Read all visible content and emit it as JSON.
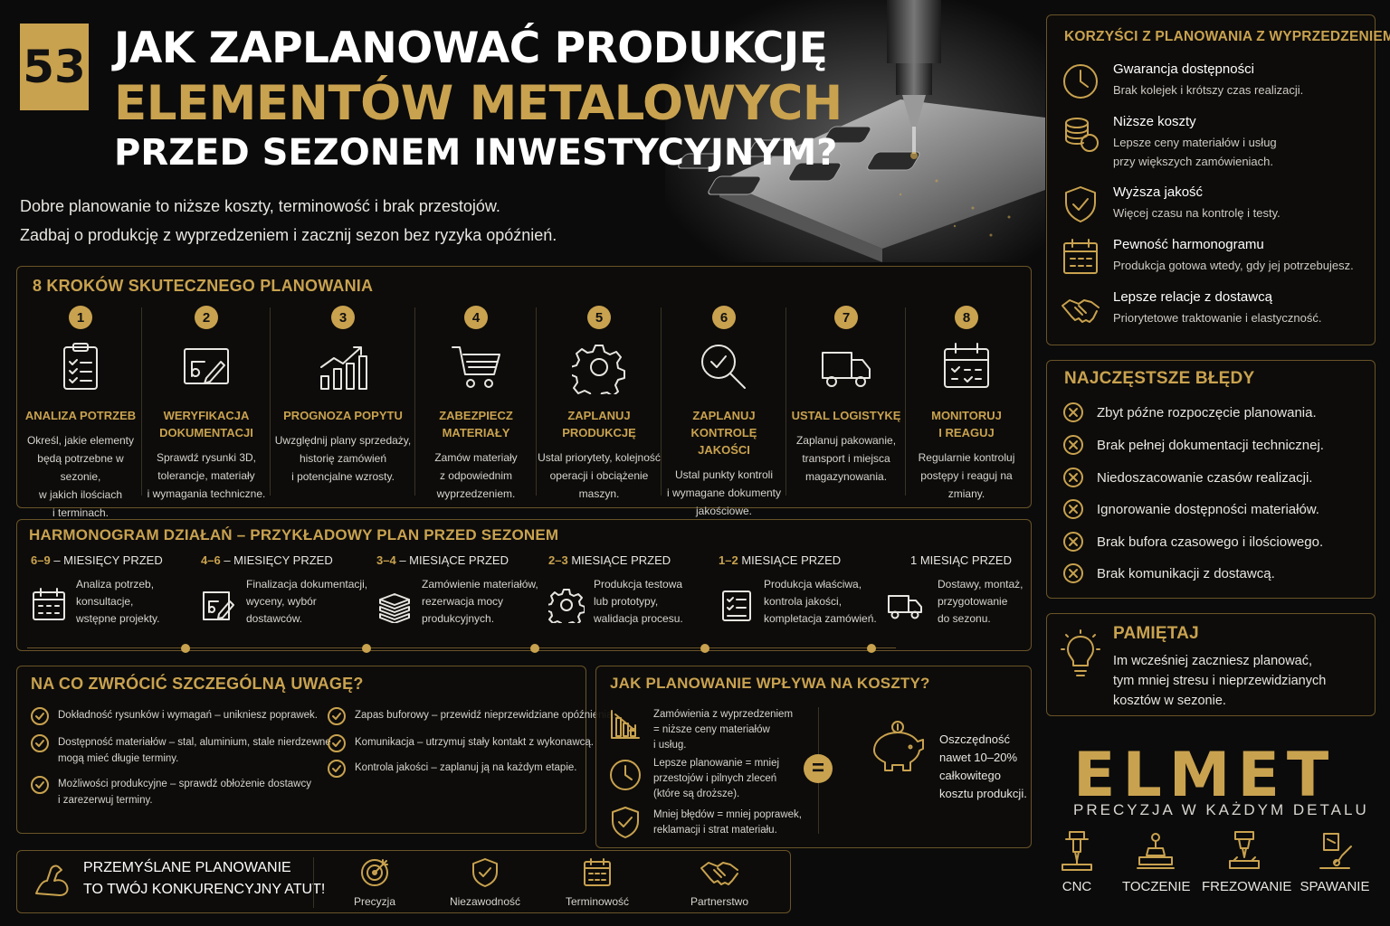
{
  "badge": "53",
  "title": {
    "line1": "JAK ZAPLANOWAĆ PRODUKCJĘ",
    "line2": "ELEMENTÓW METALOWYCH",
    "line3": "PRZED SEZONEM INWESTYCYJNYM?"
  },
  "intro": [
    "Dobre planowanie to niższe koszty, terminowość i brak przestojów.",
    "Zadbaj o produkcję z wyprzedzeniem i zacznij sezon bez ryzyka opóźnień."
  ],
  "steps_header": "8 KROKÓW SKUTECZNEGO PLANOWANIA",
  "steps": [
    {
      "num": "1",
      "icon": "clipboard-icon",
      "title": [
        "ANALIZA POTRZEB"
      ],
      "desc": [
        "Określ, jakie elementy",
        "będą potrzebne w sezonie,",
        "w jakich ilościach",
        "i terminach."
      ]
    },
    {
      "num": "2",
      "icon": "blueprint-icon",
      "title": [
        "WERYFIKACJA",
        "DOKUMENTACJI"
      ],
      "desc": [
        "Sprawdź rysunki 3D,",
        "tolerancje, materiały",
        "i wymagania techniczne."
      ]
    },
    {
      "num": "3",
      "icon": "growth-chart-icon",
      "title": [
        "PROGNOZA POPYTU"
      ],
      "desc": [
        "Uwzględnij plany sprzedaży,",
        "historię zamówień",
        "i potencjalne wzrosty."
      ]
    },
    {
      "num": "4",
      "icon": "cart-icon",
      "title": [
        "ZABEZPIECZ",
        "MATERIAŁY"
      ],
      "desc": [
        "Zamów materiały",
        "z odpowiednim",
        "wyprzedzeniem."
      ]
    },
    {
      "num": "5",
      "icon": "gear-icon",
      "title": [
        "ZAPLANUJ",
        "PRODUKCJĘ"
      ],
      "desc": [
        "Ustal priorytety, kolejność",
        "operacji i obciążenie",
        "maszyn."
      ]
    },
    {
      "num": "6",
      "icon": "magnifier-check-icon",
      "title": [
        "ZAPLANUJ KONTROLĘ",
        "JAKOŚCI"
      ],
      "desc": [
        "Ustal punkty kontroli",
        "i wymagane dokumenty",
        "jakościowe."
      ]
    },
    {
      "num": "7",
      "icon": "truck-icon",
      "title": [
        "USTAL LOGISTYKĘ"
      ],
      "desc": [
        "Zaplanuj pakowanie,",
        "transport i miejsca",
        "magazynowania."
      ]
    },
    {
      "num": "8",
      "icon": "calendar-icon",
      "title": [
        "MONITORUJ",
        "I REAGUJ"
      ],
      "desc": [
        "Regularnie kontroluj",
        "postępy i reaguj na",
        "zmiany."
      ]
    }
  ],
  "timeline_header": "HARMONOGRAM DZIAŁAŃ – PRZYKŁADOWY PLAN PRZED SEZONEM",
  "timeline": [
    {
      "range": "6–9",
      "label": "MIESIĘCY PRZED",
      "icon": "calendar-icon",
      "desc": [
        "Analiza potrzeb,",
        "konsultacje,",
        "wstępne projekty."
      ]
    },
    {
      "range": "4–6",
      "label": "MIESIĘCY PRZED",
      "icon": "blueprint-icon",
      "desc": [
        "Finalizacja dokumentacji,",
        "wyceny, wybór",
        "dostawców."
      ]
    },
    {
      "range": "3–4",
      "label": "MIESIĄCE PRZED",
      "icon": "stack-icon",
      "desc": [
        "Zamówienie materiałów,",
        "rezerwacja mocy",
        "produkcyjnych."
      ]
    },
    {
      "range": "2–3",
      "label": "MIESIĄCE PRZED",
      "icon": "gear-icon",
      "desc": [
        "Produkcja testowa",
        "lub prototypy,",
        "walidacja procesu."
      ]
    },
    {
      "range": "1–2",
      "label": "MIESIĄCE PRZED",
      "icon": "checklist-icon",
      "desc": [
        "Produkcja właściwa,",
        "kontrola jakości,",
        "kompletacja zamówień."
      ]
    },
    {
      "range": "",
      "label": "1 MIESIĄC PRZED",
      "icon": "truck-icon",
      "desc": [
        "Dostawy, montaż,",
        "przygotowanie",
        "do sezonu."
      ]
    }
  ],
  "attention_header": "NA CO ZWRÓCIĆ SZCZEGÓLNĄ UWAGĘ?",
  "attention_left": [
    [
      "Dokładność rysunków i wymagań – unikniesz poprawek."
    ],
    [
      "Dostępność materiałów – stal, aluminium, stale nierdzewne",
      "mogą mieć długie terminy."
    ],
    [
      "Możliwości produkcyjne – sprawdź obłożenie dostawcy",
      "i zarezerwuj terminy."
    ]
  ],
  "attention_right": [
    [
      "Zapas buforowy – przewidź nieprzewidziane opóźnienia."
    ],
    [
      "Komunikacja – utrzymuj stały kontakt z wykonawcą."
    ],
    [
      "Kontrola jakości – zaplanuj ją na każdym etapie."
    ]
  ],
  "costs_header": "JAK PLANOWANIE WPŁYWA NA KOSZTY?",
  "costs_items": [
    {
      "icon": "falling-chart-icon",
      "text": [
        "Zamówienia z wyprzedzeniem",
        "= niższe ceny materiałów",
        "i usług."
      ]
    },
    {
      "icon": "clock-icon",
      "text": [
        "Lepsze planowanie = mniej",
        "przestojów i pilnych zleceń",
        "(które są droższe)."
      ]
    },
    {
      "icon": "shield-check-icon",
      "text": [
        "Mniej błędów = mniej poprawek,",
        "reklamacji i strat materiału."
      ]
    }
  ],
  "costs_equals": "=",
  "costs_result": [
    "Oszczędność",
    "nawet 10–20%",
    "całkowitego",
    "kosztu produkcji."
  ],
  "motto": [
    "PRZEMYŚLANE PLANOWANIE",
    "TO TWÓJ KONKURENCYJNY ATUT!"
  ],
  "values": [
    {
      "icon": "target-icon",
      "label": "Precyzja"
    },
    {
      "icon": "shield-check-icon",
      "label": "Niezawodność"
    },
    {
      "icon": "calendar-icon",
      "label": "Terminowość"
    },
    {
      "icon": "handshake-icon",
      "label": "Partnerstwo"
    }
  ],
  "benefits_header": "KORZYŚCI Z PLANOWANIA Z WYPRZEDZENIEM",
  "benefits": [
    {
      "icon": "clock-icon",
      "title": "Gwarancja dostępności",
      "desc": [
        "Brak kolejek i krótszy czas realizacji."
      ]
    },
    {
      "icon": "coins-icon",
      "title": "Niższe koszty",
      "desc": [
        "Lepsze ceny materiałów i usług",
        "przy większych zamówieniach."
      ]
    },
    {
      "icon": "shield-check-icon",
      "title": "Wyższa jakość",
      "desc": [
        "Więcej czasu na kontrolę i testy."
      ]
    },
    {
      "icon": "calendar-icon",
      "title": "Pewność harmonogramu",
      "desc": [
        "Produkcja gotowa wtedy, gdy jej potrzebujesz."
      ]
    },
    {
      "icon": "handshake-icon",
      "title": "Lepsze relacje z dostawcą",
      "desc": [
        "Priorytetowe traktowanie i elastyczność."
      ]
    }
  ],
  "errors_header": "NAJCZĘSTSZE BŁĘDY",
  "errors": [
    "Zbyt późne rozpoczęcie planowania.",
    "Brak pełnej dokumentacji technicznej.",
    "Niedoszacowanie czasów realizacji.",
    "Ignorowanie dostępności materiałów.",
    "Brak bufora czasowego i ilościowego.",
    "Brak komunikacji z dostawcą."
  ],
  "remember_header": "PAMIĘTAJ",
  "remember": [
    "Im wcześniej zaczniesz planować,",
    "tym mniej stresu i nieprzewidzianych",
    "kosztów w sezonie."
  ],
  "brand": {
    "name": "ELMET",
    "tagline": "PRECYZJA W KAŻDYM DETALU"
  },
  "services": [
    {
      "icon": "cnc-icon",
      "label": "CNC"
    },
    {
      "icon": "lathe-icon",
      "label": "TOCZENIE"
    },
    {
      "icon": "mill-icon",
      "label": "FREZOWANIE"
    },
    {
      "icon": "welding-icon",
      "label": "SPAWANIE"
    }
  ],
  "colors": {
    "gold": "#c9a24f",
    "background": "#0b0b0b",
    "text": "#e8e6e1"
  }
}
